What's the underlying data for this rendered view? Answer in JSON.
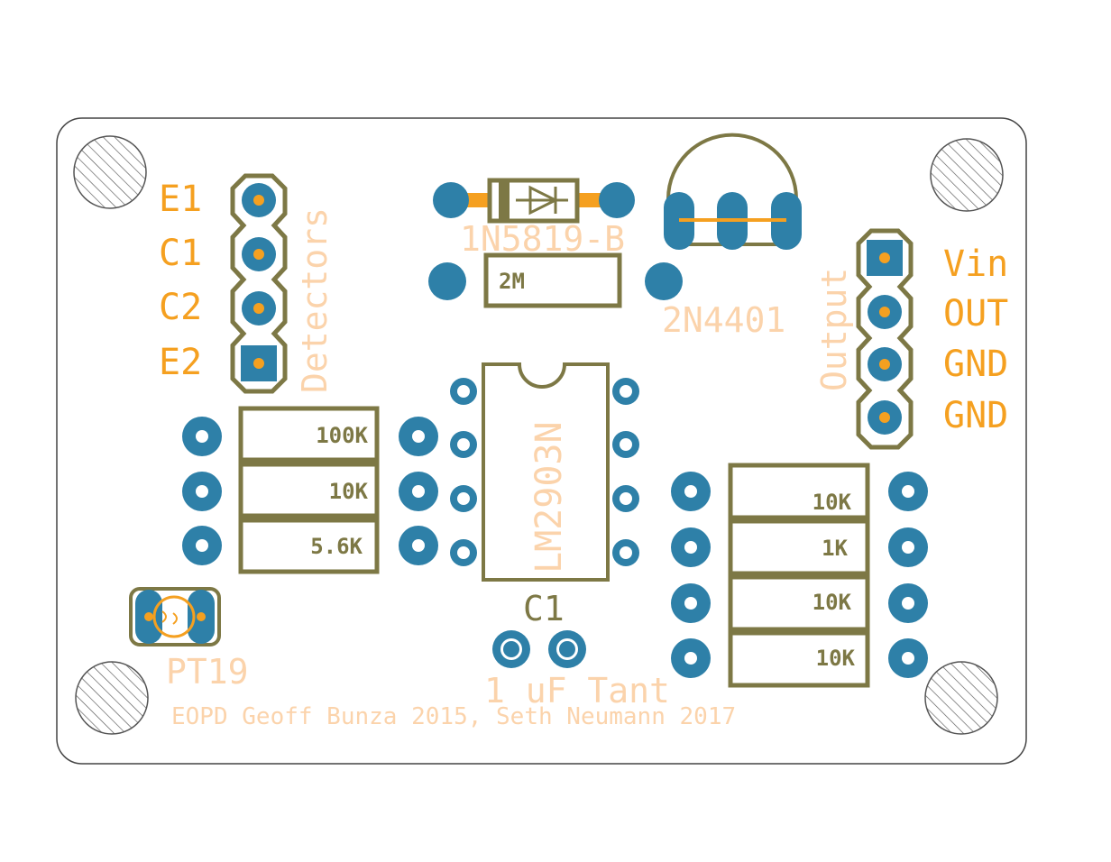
{
  "colors": {
    "silkscreen": "#7d7845",
    "pad": "#2e80a8",
    "copper": "#f5a020",
    "fab_text": "#fbd3ab",
    "outline": "#3a3a3a"
  },
  "detectors_header": {
    "title": "Detectors",
    "pins": [
      "E1",
      "C1",
      "C2",
      "E2"
    ]
  },
  "output_header": {
    "title": "Output",
    "pins": [
      "Vin",
      "OUT",
      "GND",
      "GND"
    ]
  },
  "diode": {
    "ref": "1N5819-B"
  },
  "transistor": {
    "ref": "2N4401"
  },
  "resistor_top": {
    "value": "2M"
  },
  "ic": {
    "ref": "LM2903N"
  },
  "capacitor": {
    "ref": "C1",
    "value": "1 uF Tant"
  },
  "phototransistor": {
    "ref": "PT19"
  },
  "resistors_left": [
    "100K",
    "10K",
    "5.6K"
  ],
  "resistors_right": [
    "10K",
    "1K",
    "10K",
    "10K"
  ],
  "credit": "EOPD Geoff Bunza 2015, Seth Neumann 2017"
}
